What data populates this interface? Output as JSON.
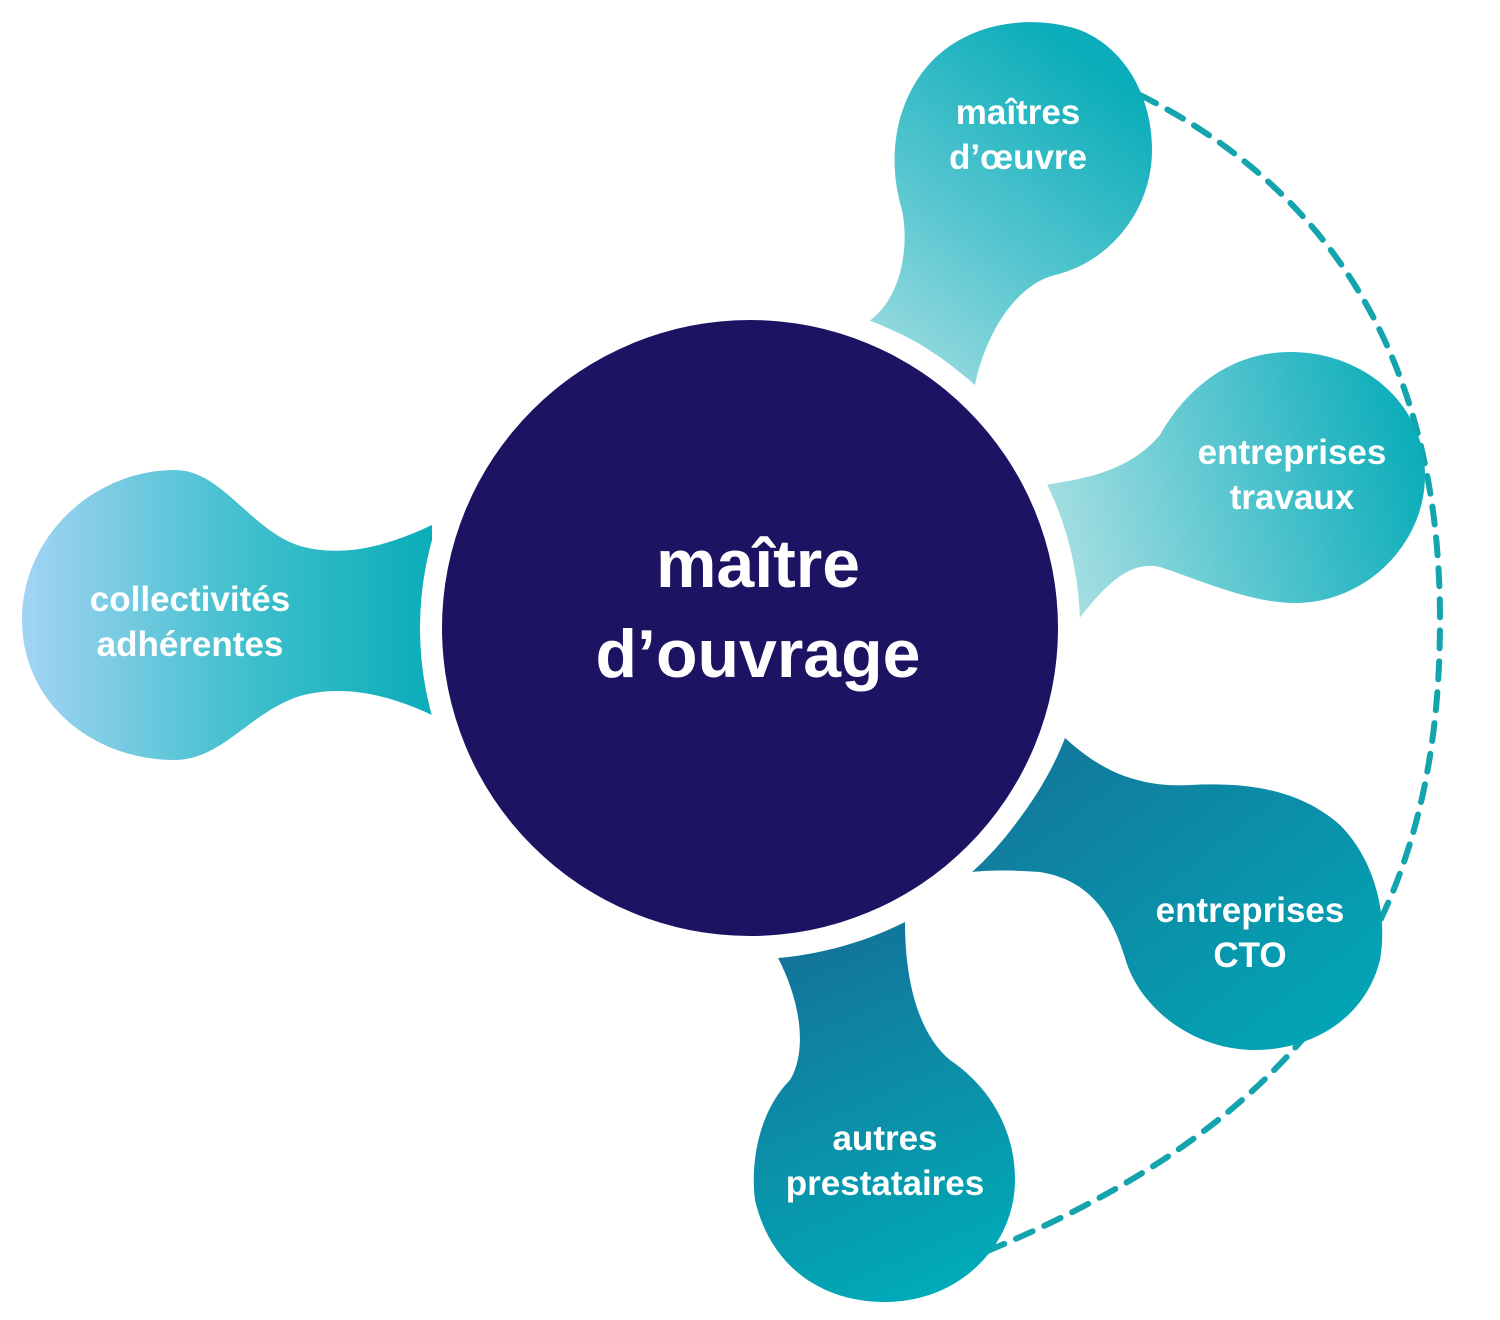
{
  "center": {
    "line1": "maître",
    "line2": "d’ouvrage"
  },
  "satellites": [
    {
      "id": "collectivites",
      "line1": "collectivités",
      "line2": "adhérentes"
    },
    {
      "id": "maitres-oeuvre",
      "line1": "maîtres",
      "line2": "d’œuvre"
    },
    {
      "id": "entreprises-travaux",
      "line1": "entreprises",
      "line2": "travaux"
    },
    {
      "id": "entreprises-cto",
      "line1": "entreprises",
      "line2": "CTO"
    },
    {
      "id": "autres-prestataires",
      "line1": "autres",
      "line2": "prestataires"
    }
  ],
  "colors": {
    "center": "#1c1462",
    "teal": "#0aadb9",
    "teal_light": "#9fdde0",
    "sky": "#a3d4f4",
    "deep": "#137299",
    "dash": "#13a4ad"
  }
}
